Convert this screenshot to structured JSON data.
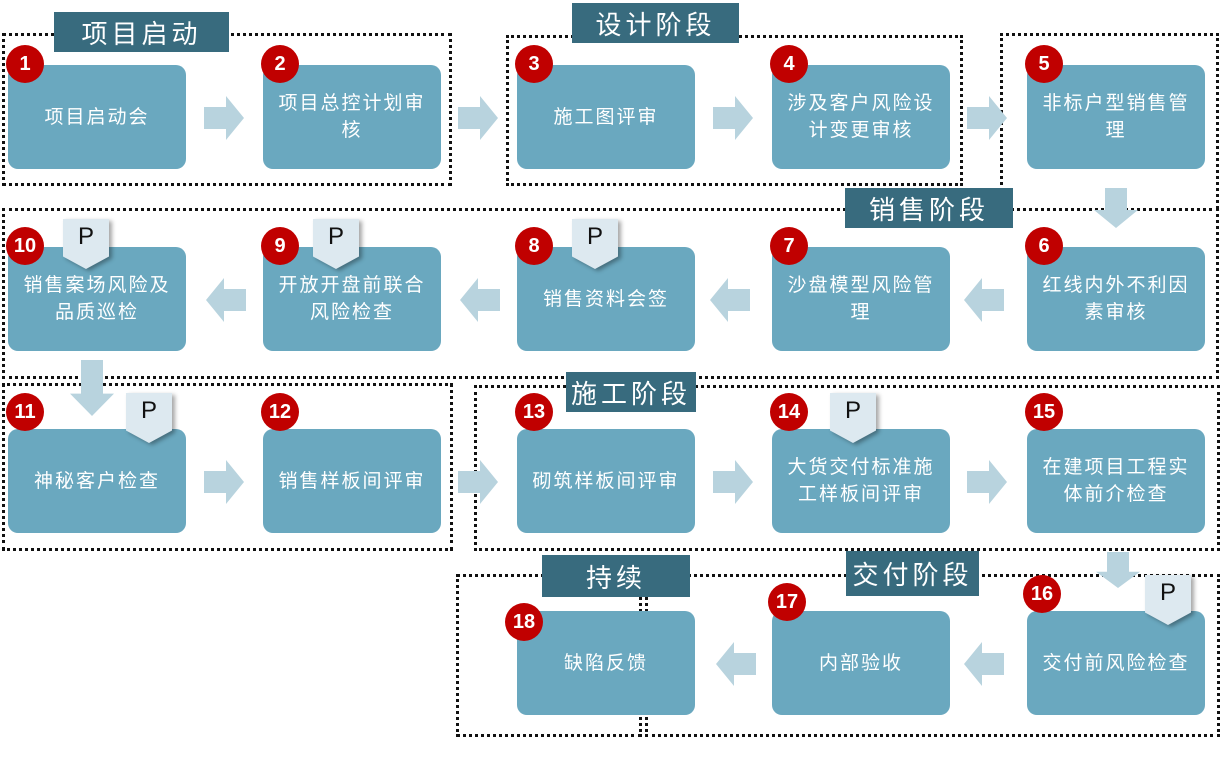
{
  "title": "项目风险管理流程",
  "colors": {
    "step_fill": "#6aa8bf",
    "stage_label_fill": "#386b7e",
    "badge_fill": "#c00000",
    "arrow_fill": "#b8d3de",
    "p_tag_fill": "#dde9f0"
  },
  "stages": {
    "kickoff": "项目启动",
    "design": "设计阶段",
    "sales": "销售阶段",
    "construction": "施工阶段",
    "delivery": "交付阶段",
    "ongoing": "持续"
  },
  "p_tag_label": "P",
  "steps": [
    {
      "num": "1",
      "label": "项目启动会",
      "p": false
    },
    {
      "num": "2",
      "label": "项目总控计划审核",
      "p": false
    },
    {
      "num": "3",
      "label": "施工图评审",
      "p": false
    },
    {
      "num": "4",
      "label": "涉及客户风险设计变更审核",
      "p": false
    },
    {
      "num": "5",
      "label": "非标户型销售管理",
      "p": false
    },
    {
      "num": "6",
      "label": "红线内外不利因素审核",
      "p": false
    },
    {
      "num": "7",
      "label": "沙盘模型风险管理",
      "p": false
    },
    {
      "num": "8",
      "label": "销售资料会签",
      "p": true
    },
    {
      "num": "9",
      "label": "开放开盘前联合风险检查",
      "p": true
    },
    {
      "num": "10",
      "label": "销售案场风险及品质巡检",
      "p": true
    },
    {
      "num": "11",
      "label": "神秘客户检查",
      "p": true
    },
    {
      "num": "12",
      "label": "销售样板间评审",
      "p": false
    },
    {
      "num": "13",
      "label": "砌筑样板间评审",
      "p": false
    },
    {
      "num": "14",
      "label": "大货交付标准施工样板间评审",
      "p": true
    },
    {
      "num": "15",
      "label": "在建项目工程实体前介检查",
      "p": false
    },
    {
      "num": "16",
      "label": "交付前风险检查",
      "p": true
    },
    {
      "num": "17",
      "label": "内部验收",
      "p": false
    },
    {
      "num": "18",
      "label": "缺陷反馈",
      "p": false
    }
  ],
  "step_lines": {
    "2": [
      "项目总控计划审",
      "核"
    ],
    "4": [
      "涉及客户风险设",
      "计变更审核"
    ],
    "5": [
      "非标户型销售管",
      "理"
    ],
    "6": [
      "红线内外不利因",
      "素审核"
    ],
    "7": [
      "沙盘模型风险管",
      "理"
    ],
    "9": [
      "开放开盘前联合",
      "风险检查"
    ],
    "10": [
      "销售案场风险及",
      "品质巡检"
    ],
    "14": [
      "大货交付标准施",
      "工样板间评审"
    ],
    "15": [
      "在建项目工程实",
      "体前介检查"
    ]
  }
}
